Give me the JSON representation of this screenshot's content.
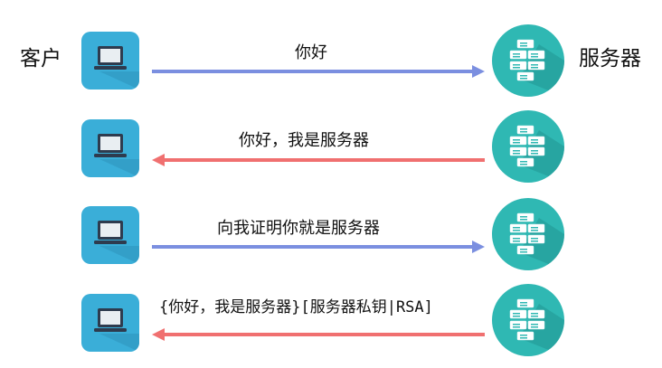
{
  "labels": {
    "client": "客户",
    "server": "服务器"
  },
  "messages": [
    {
      "text": "你好",
      "direction": "client-to-server",
      "color": "#7b8fe0"
    },
    {
      "text": "你好，我是服务器",
      "direction": "server-to-client",
      "color": "#f07070"
    },
    {
      "text": "向我证明你就是服务器",
      "direction": "client-to-server",
      "color": "#7b8fe0"
    },
    {
      "text": "{你好，我是服务器}[服务器私钥|RSA]",
      "direction": "server-to-client",
      "color": "#f07070"
    }
  ],
  "icons": {
    "client": "laptop-icon",
    "server": "server-rack-icon"
  },
  "colors": {
    "client_tile": "#3aaed8",
    "server_circle": "#2fb8b3",
    "arrow_request": "#7b8fe0",
    "arrow_response": "#f07070"
  }
}
